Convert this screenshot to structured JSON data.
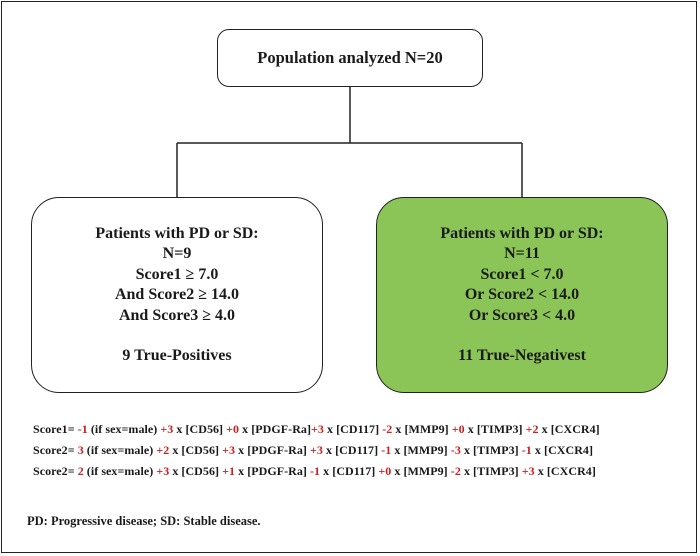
{
  "top_box": {
    "label": "Population analyzed N=20"
  },
  "left_box": {
    "lines": [
      "Patients with PD or SD:",
      "N=9",
      "Score1 ≥ 7.0",
      "And Score2 ≥ 14.0",
      "And Score3 ≥ 4.0"
    ],
    "result": "9 True-Positives",
    "fill": "#ffffff"
  },
  "right_box": {
    "lines": [
      "Patients with PD or SD:",
      "N=11",
      "Score1 < 7.0",
      "Or Score2 < 14.0",
      "Or Score3 < 4.0"
    ],
    "result": "11 True-Negativest",
    "fill": "#8bc557"
  },
  "coefficient_color": "#cc1f1f",
  "formulas": [
    [
      {
        "t": "Score1= ",
        "c": false
      },
      {
        "t": "-1",
        "c": true
      },
      {
        "t": " (if sex=male) ",
        "c": false
      },
      {
        "t": "+3",
        "c": true
      },
      {
        "t": " x [CD56] ",
        "c": false
      },
      {
        "t": "+0",
        "c": true
      },
      {
        "t": " x [PDGF-Ra]",
        "c": false
      },
      {
        "t": "+3",
        "c": true
      },
      {
        "t": " x [CD117] ",
        "c": false
      },
      {
        "t": "-2",
        "c": true
      },
      {
        "t": " x [MMP9] ",
        "c": false
      },
      {
        "t": "+0",
        "c": true
      },
      {
        "t": " x [TIMP3] ",
        "c": false
      },
      {
        "t": "+2",
        "c": true
      },
      {
        "t": " x [CXCR4]",
        "c": false
      }
    ],
    [
      {
        "t": "Score2= ",
        "c": false
      },
      {
        "t": "3",
        "c": true
      },
      {
        "t": " (if sex=male) ",
        "c": false
      },
      {
        "t": "+2",
        "c": true
      },
      {
        "t": " x [CD56] ",
        "c": false
      },
      {
        "t": "+3",
        "c": true
      },
      {
        "t": " x [PDGF-Ra] ",
        "c": false
      },
      {
        "t": "+3",
        "c": true
      },
      {
        "t": " x [CD117] ",
        "c": false
      },
      {
        "t": "-1",
        "c": true
      },
      {
        "t": " x [MMP9] ",
        "c": false
      },
      {
        "t": "-3",
        "c": true
      },
      {
        "t": " x [TIMP3] ",
        "c": false
      },
      {
        "t": "-1",
        "c": true
      },
      {
        "t": " x [CXCR4]",
        "c": false
      }
    ],
    [
      {
        "t": "Score2= ",
        "c": false
      },
      {
        "t": "2",
        "c": true
      },
      {
        "t": " (if sex=male) ",
        "c": false
      },
      {
        "t": "+3",
        "c": true
      },
      {
        "t": " x [CD56] ",
        "c": false
      },
      {
        "t": "+1",
        "c": true
      },
      {
        "t": " x [PDGF-Ra] ",
        "c": false
      },
      {
        "t": "-1",
        "c": true
      },
      {
        "t": " x [CD117] ",
        "c": false
      },
      {
        "t": "+0",
        "c": true
      },
      {
        "t": " x [MMP9] ",
        "c": false
      },
      {
        "t": "-2",
        "c": true
      },
      {
        "t": " x [TIMP3] ",
        "c": false
      },
      {
        "t": "+3",
        "c": true
      },
      {
        "t": " x [CXCR4]",
        "c": false
      }
    ]
  ],
  "footnote": "PD: Progressive disease; SD: Stable disease."
}
